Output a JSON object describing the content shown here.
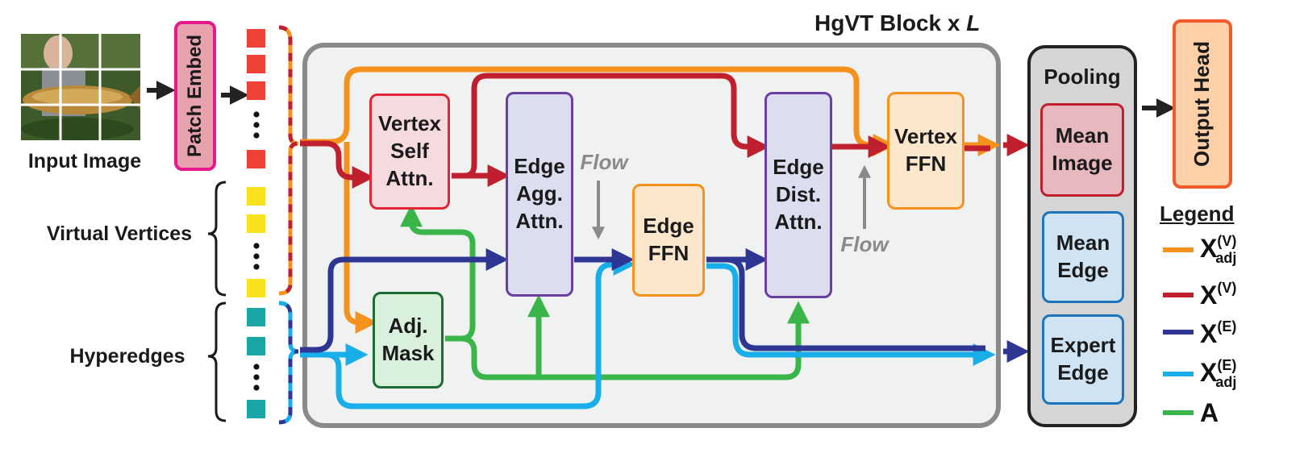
{
  "title": "HgVT Block x",
  "title_italic": "L",
  "input_label": "Input Image",
  "patch_embed": "Patch Embed",
  "virtual_vertices": "Virtual Vertices",
  "hyperedges": "Hyperedges",
  "blocks": {
    "vertex_self_attn": "Vertex\nSelf\nAttn.",
    "edge_agg_attn": "Edge\nAgg.\nAttn.",
    "edge_ffn": "Edge\nFFN",
    "edge_dist_attn": "Edge\nDist.\nAttn.",
    "vertex_ffn": "Vertex\nFFN",
    "adj_mask": "Adj.\nMask"
  },
  "flow_label": "Flow",
  "pooling": {
    "title": "Pooling",
    "items": [
      "Mean\nImage",
      "Mean\nEdge",
      "Expert\nEdge"
    ]
  },
  "output_head": "Output Head",
  "legend": {
    "title": "Legend",
    "items": [
      {
        "base": "X",
        "sup": "(V)",
        "sub": "adj",
        "color": "#F5921E"
      },
      {
        "base": "X",
        "sup": "(V)",
        "sub": "",
        "color": "#C0202E"
      },
      {
        "base": "X",
        "sup": "(E)",
        "sub": "",
        "color": "#2E3592"
      },
      {
        "base": "X",
        "sup": "(E)",
        "sub": "adj",
        "color": "#17AEEA"
      },
      {
        "base": "A",
        "sup": "",
        "sub": "",
        "color": "#3AB54A"
      }
    ]
  },
  "colors": {
    "orange": "#F5921E",
    "red": "#C0202E",
    "navy": "#2E3592",
    "cyan": "#17AEEA",
    "green": "#3AB54A",
    "patch_red": "#EF4136",
    "virtual_yellow": "#F9E11E",
    "hyperedge_teal": "#1AA6A6"
  }
}
